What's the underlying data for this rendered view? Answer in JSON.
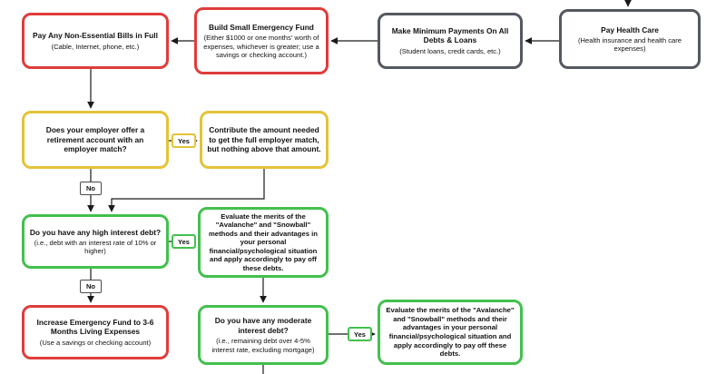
{
  "colors": {
    "red": "#e03c3c",
    "yellow": "#e3c338",
    "green": "#43c04e",
    "gray": "#54585f",
    "line": "#1a1a1a",
    "bg": "#ffffff"
  },
  "nodes": {
    "pay_bills": {
      "title": "Pay Any Non-Essential Bills in Full",
      "subtitle": "(Cable, Internet, phone, etc.)"
    },
    "small_fund": {
      "title": "Build Small Emergency Fund",
      "subtitle": "(Either $1000 or one months' worth of expenses, whichever is greater; use a savings or checking account.)"
    },
    "min_payments": {
      "title": "Make Minimum Payments On All Debts & Loans",
      "subtitle": "(Student loans, credit cards, etc.)"
    },
    "health_care": {
      "title": "Pay Health Care",
      "subtitle": "(Health insurance and health care expenses)"
    },
    "employer_q": {
      "title": "Does your employer offer a retirement account with an employer match?"
    },
    "contribute": {
      "title": "Contribute the amount needed to get the full employer match, but nothing above that amount."
    },
    "high_q": {
      "title": "Do you have any high interest debt?",
      "subtitle": "(i.e., debt with an interest rate of 10% or higher)"
    },
    "eval_high": {
      "title": "Evaluate the merits of the \"Avalanche\" and \"Snowball\" methods and their advantages in your personal financial/psychological situation and apply accordingly to pay off these debts."
    },
    "fund_36": {
      "title": "Increase Emergency Fund to 3-6 Months Living Expenses",
      "subtitle": "(Use a savings or checking account)"
    },
    "moderate_q": {
      "title": "Do you have any moderate interest debt?",
      "subtitle": "(i.e., remaining debt over 4-5% interest rate, excluding mortgage)"
    },
    "eval_moderate": {
      "title": "Evaluate the merits of the \"Avalanche\" and \"Snowball\" methods and their advantages in your personal financial/psychological situation and apply accordingly to pay off these debts."
    }
  },
  "labels": {
    "yes": "Yes",
    "no": "No"
  }
}
